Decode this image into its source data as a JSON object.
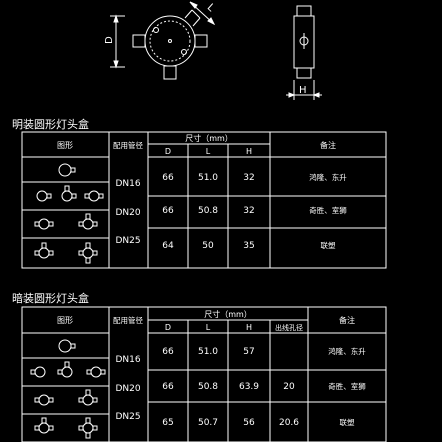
{
  "drawing": {
    "dim_D": "D",
    "dim_L": "L",
    "dim_H": "H"
  },
  "table1": {
    "title": "明装圆形灯头盒",
    "headers": {
      "figure": "图形",
      "pipe": "配用管径",
      "size": "尺寸（mm）",
      "D": "D",
      "L": "L",
      "H": "H",
      "remark": "备注"
    },
    "pipe_sizes": [
      "DN16",
      "DN20",
      "DN25"
    ],
    "rows": [
      {
        "D": "66",
        "L": "51.0",
        "H": "32",
        "remark": "鸿隆、东升"
      },
      {
        "D": "66",
        "L": "50.8",
        "H": "32",
        "remark": "奇胜、室狮"
      },
      {
        "D": "64",
        "L": "50",
        "H": "35",
        "remark": "联塑"
      }
    ]
  },
  "table2": {
    "title": "暗装圆形灯头盒",
    "headers": {
      "figure": "图形",
      "pipe": "配用管径",
      "size": "尺寸（mm）",
      "D": "D",
      "L": "L",
      "H": "H",
      "hole": "出线孔径",
      "remark": "备注"
    },
    "pipe_sizes": [
      "DN16",
      "DN20",
      "DN25"
    ],
    "rows": [
      {
        "D": "66",
        "L": "51.0",
        "H": "57",
        "hole": "",
        "remark": "鸿隆、东升"
      },
      {
        "D": "66",
        "L": "50.8",
        "H": "63.9",
        "hole": "20",
        "remark": "奇胜、室狮"
      },
      {
        "D": "65",
        "L": "50.7",
        "H": "56",
        "hole": "20.6",
        "remark": "联塑"
      }
    ]
  },
  "colors": {
    "background": "#000000",
    "lines": "#ffffff"
  }
}
